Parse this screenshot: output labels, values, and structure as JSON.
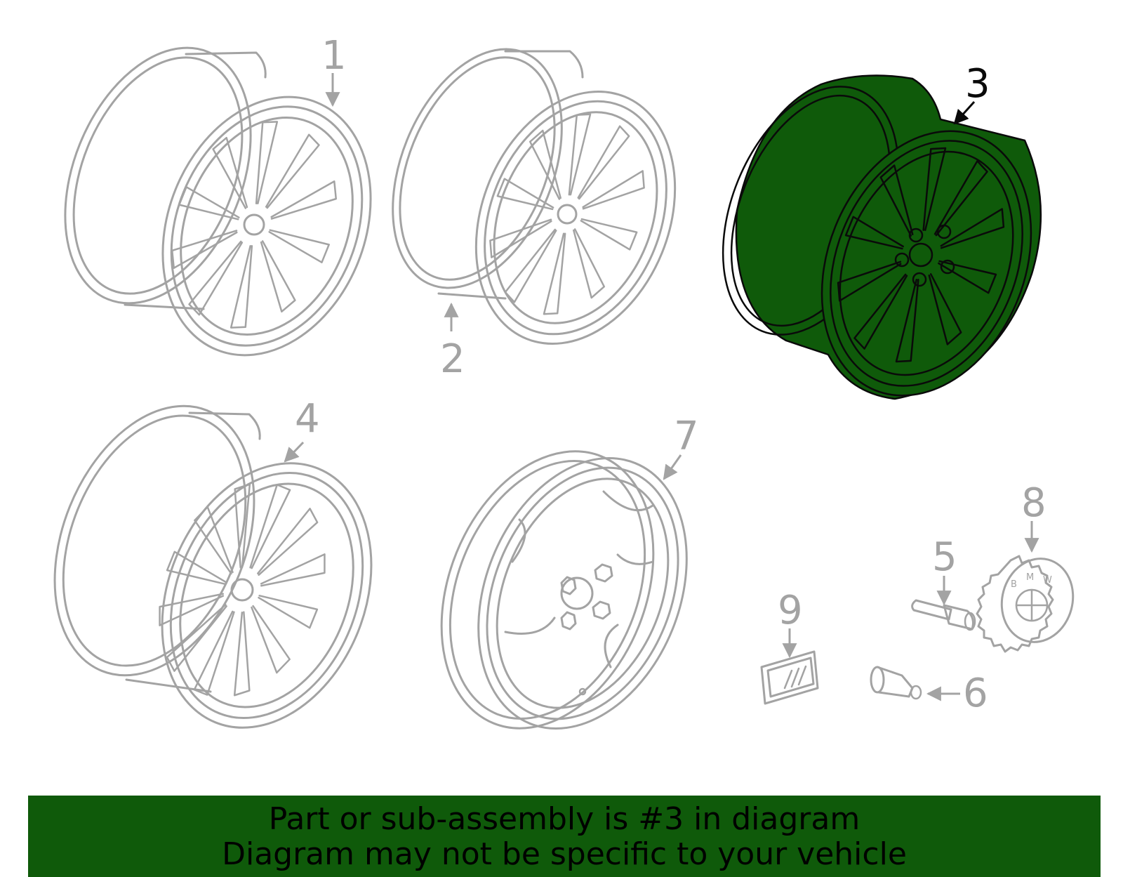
{
  "callouts": {
    "c1": "1",
    "c2": "2",
    "c3": "3",
    "c4": "4",
    "c5": "5",
    "c6": "6",
    "c7": "7",
    "c8": "8",
    "c9": "9"
  },
  "highlighted_part": "3",
  "emblem_text": {
    "b": "B",
    "m": "M",
    "w": "W"
  },
  "banner": {
    "line1": "Part or sub-assembly is #3 in diagram",
    "line2": "Diagram may not be specific to your vehicle"
  },
  "colors": {
    "highlight_fill": "#0f5a0a",
    "line_art": "#a3a3a3",
    "banner_bg": "#0f5a0a"
  }
}
